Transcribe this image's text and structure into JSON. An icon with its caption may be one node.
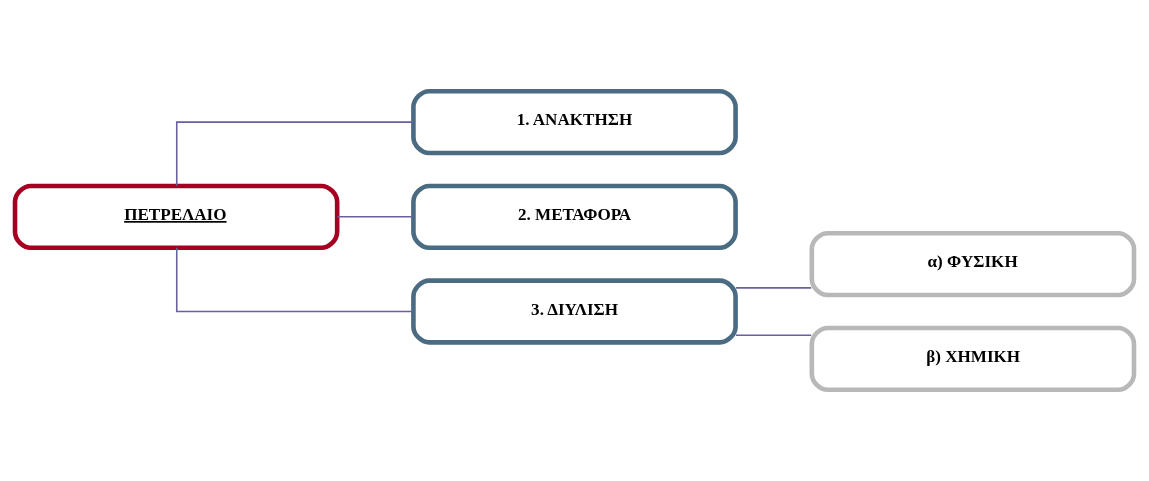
{
  "diagram": {
    "nodes": [
      {
        "text": [
          "ΠΕΤΡΕΛΑΙΟ"
        ]
      },
      {
        "text": [
          "1. ΑΝΑΚΤΗΣΗ"
        ]
      },
      {
        "text": [
          "2. ΜΕΤΑΦΟΡΑ"
        ]
      },
      {
        "text": [
          "3. ΔΙΥΛΙΣΗ"
        ]
      },
      {
        "text": [
          "α) ΦΥΣΙΚΗ"
        ]
      },
      {
        "text": [
          "β) ΧΗΜΙΚΗ"
        ]
      }
    ],
    "edges": [
      {
        "from": 0,
        "to": 1,
        "arrow": "none"
      },
      {
        "from": 0,
        "to": 2,
        "arrow": "none"
      },
      {
        "from": 0,
        "to": 3,
        "arrow": "none"
      },
      {
        "from": 3,
        "to": 4,
        "arrow": "none"
      },
      {
        "from": 3,
        "to": 5,
        "arrow": "none"
      }
    ]
  }
}
